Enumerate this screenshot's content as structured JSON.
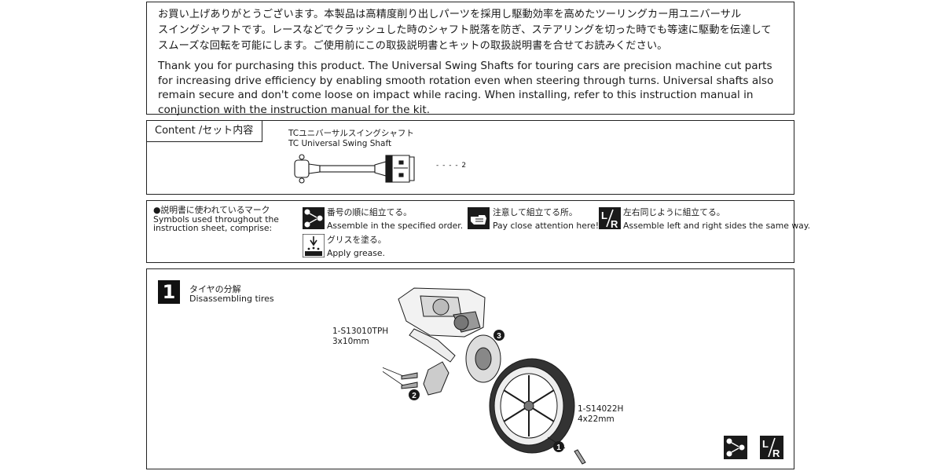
{
  "intro": {
    "jp_lines": [
      "お買い上げありがとうございます。本製品は高精度削り出しパーツを採用し駆動効率を高めたツーリングカー用ユニバーサル",
      "スイングシャフトです。レースなどでクラッシュした時のシャフト脱落を防ぎ、ステアリングを切った時でも等速に駆動を伝達して",
      "スムーズな回転を可能にします。ご使用前にこの取扱説明書とキットの取扱説明書を合せてお読みください。"
    ],
    "en_text": "Thank you for purchasing this product. The Universal Swing Shafts for touring cars are precision machine cut parts for increasing drive efficiency by enabling smooth rotation even when steering through turns. Universal shafts also remain secure and don't come loose on impact while racing. When installing, refer to this instruction manual in conjunction with the instruction manual for the kit."
  },
  "content": {
    "label": "Content /セット内容",
    "product_jp": "TCユニバーサルスイングシャフト",
    "product_en": "TC Universal Swing Shaft",
    "quantity": "- - - - 2"
  },
  "symbols": {
    "lead_lines": [
      "●説明書に使われているマーク",
      "Symbols used throughout the",
      "instruction sheet, comprise:"
    ],
    "items": [
      {
        "icon": "numbered-order-icon",
        "jp": "番号の順に組立てる。",
        "en": "Assemble in the specified order."
      },
      {
        "icon": "caution-hand-icon",
        "jp": "注意して組立てる所。",
        "en": "Pay close attention here!"
      },
      {
        "icon": "left-right-icon",
        "jp": "左右同じように組立てる。",
        "en": "Assemble left and right sides the same way."
      },
      {
        "icon": "grease-icon",
        "jp": "グリスを塗る。",
        "en": "Apply grease."
      }
    ],
    "lr_glyph": "L/R"
  },
  "step": {
    "number": "1",
    "title_jp": "タイヤの分解",
    "title_en": "Disassembling tires",
    "parts": [
      {
        "code": "1-S13010TPH",
        "size": "3x10mm"
      },
      {
        "code": "1-S14022H",
        "size": "4x22mm"
      }
    ],
    "callouts": [
      "1",
      "2",
      "3"
    ]
  },
  "colors": {
    "ink": "#1a1a1a",
    "line": "#222222",
    "paper": "#ffffff"
  }
}
